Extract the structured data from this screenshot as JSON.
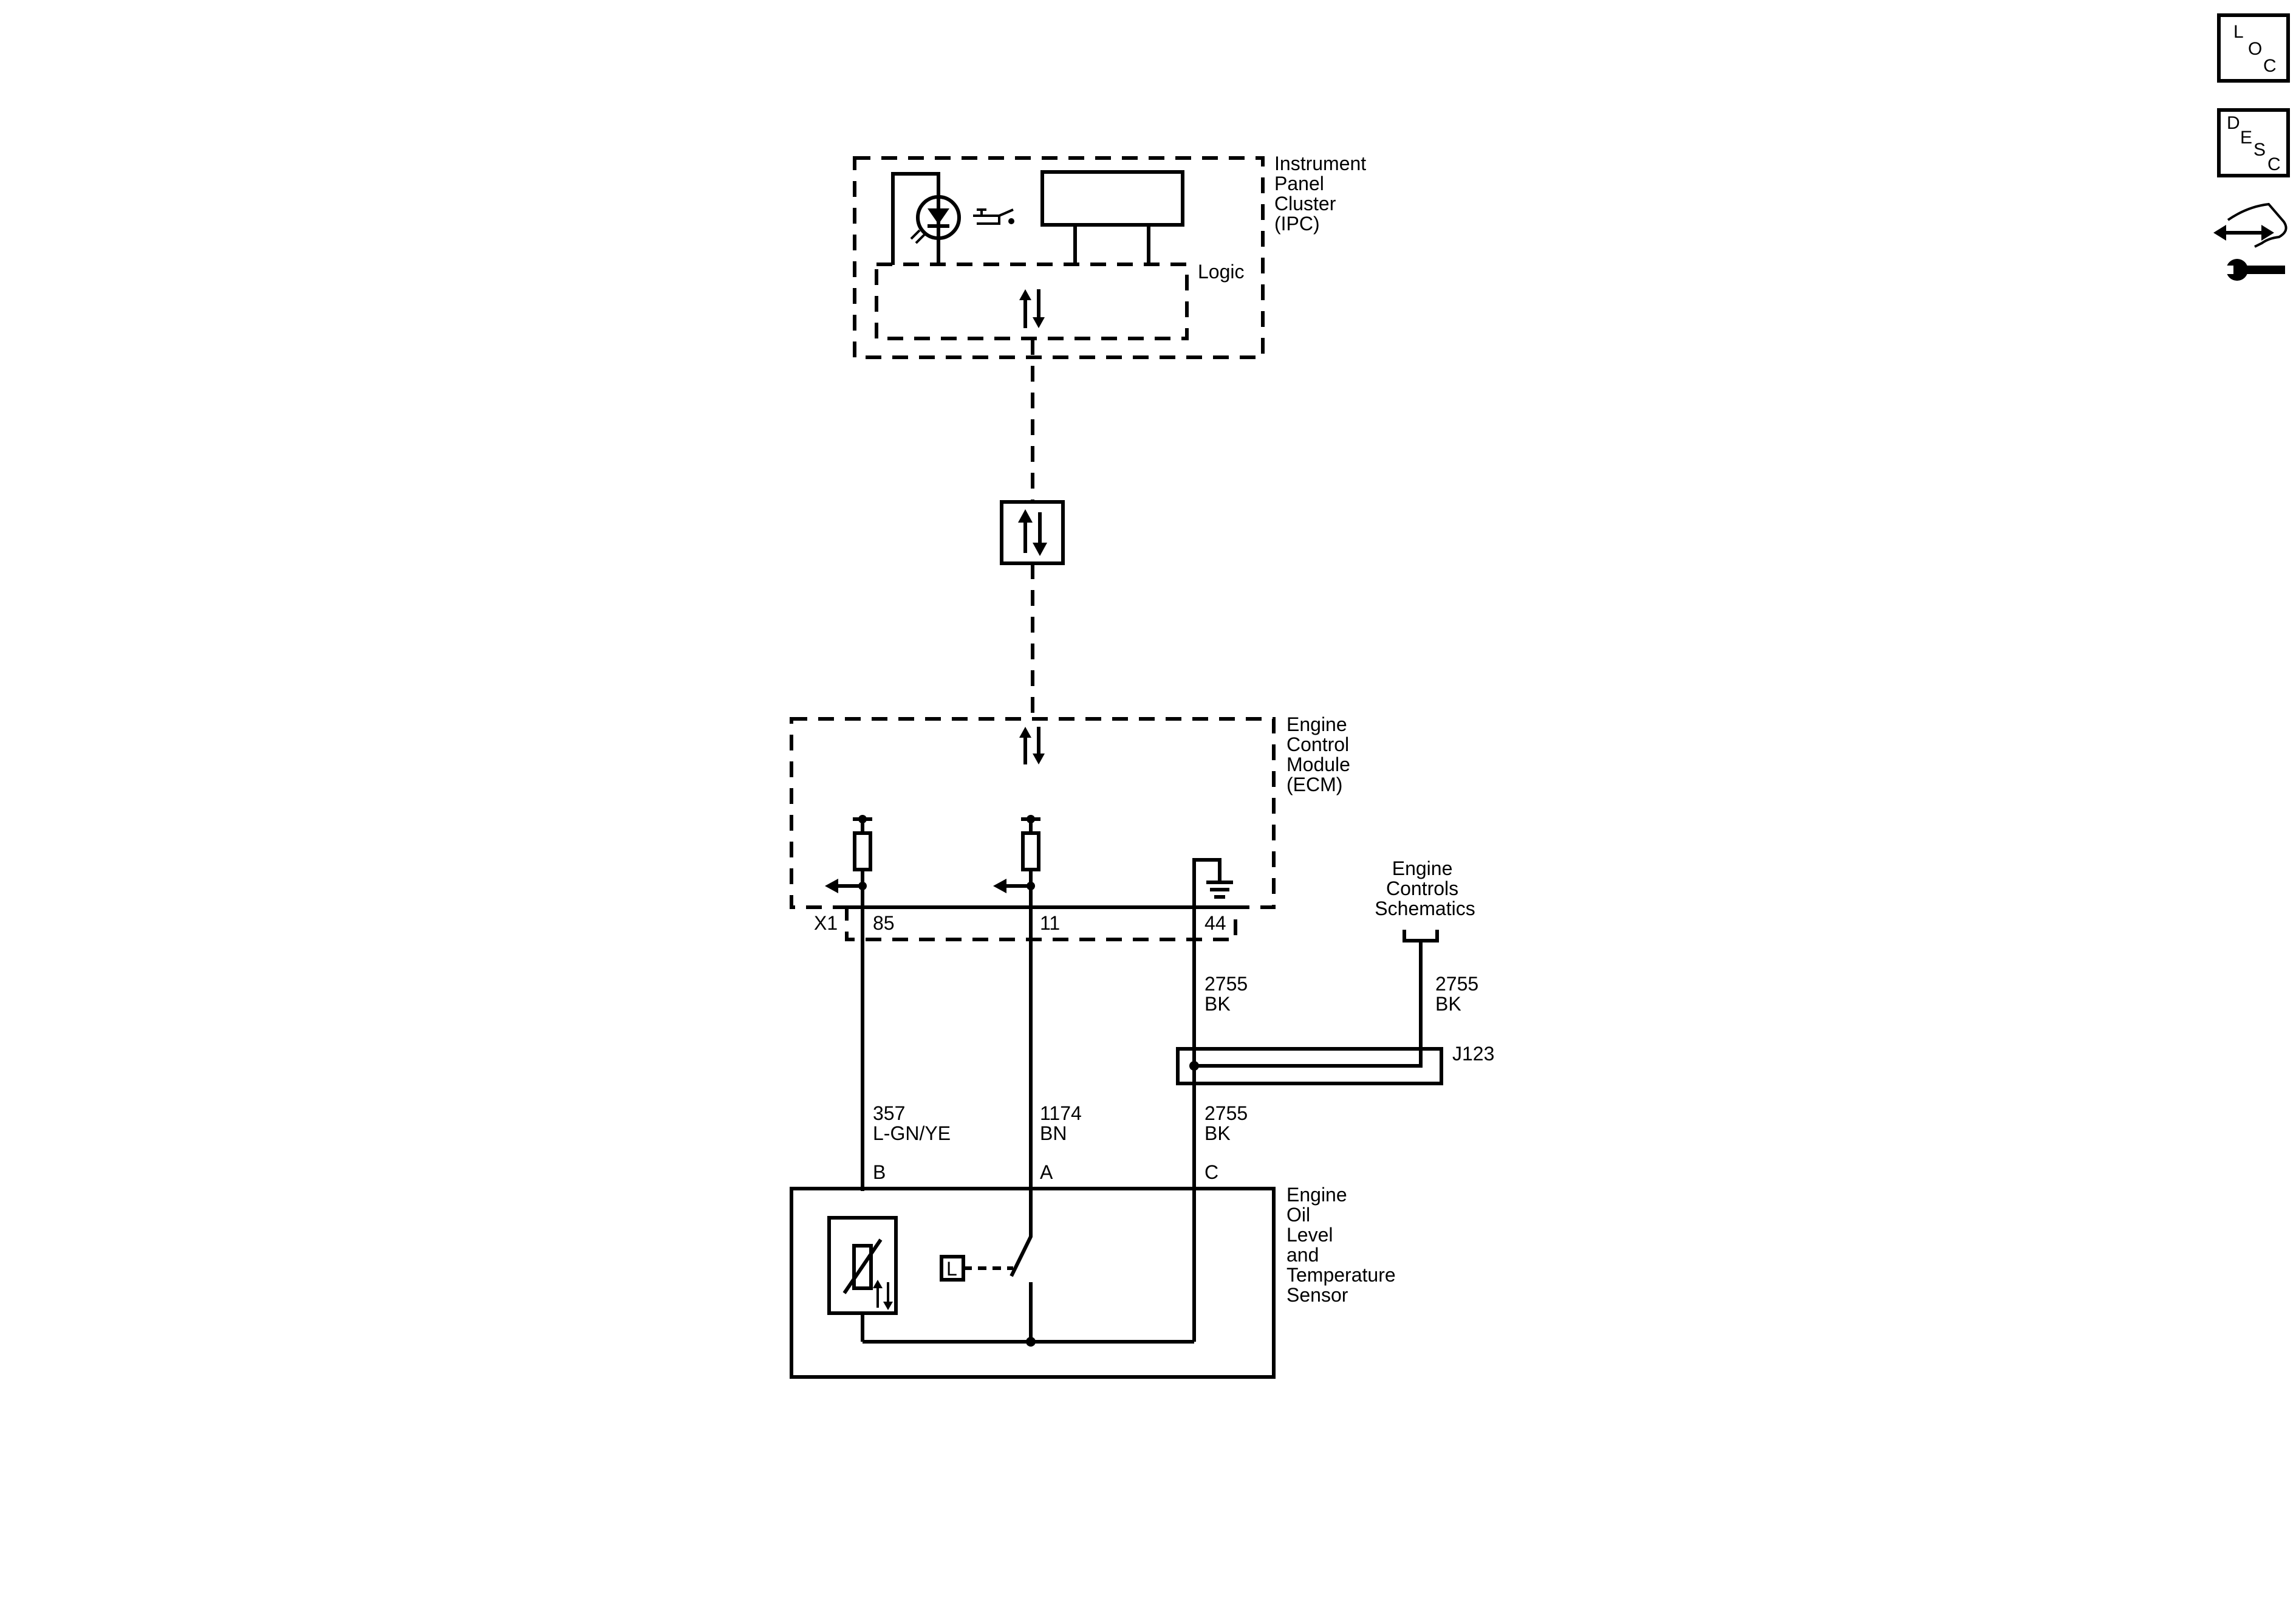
{
  "components": {
    "ipc": {
      "lines": [
        "Instrument",
        "Panel",
        "Cluster",
        "(IPC)"
      ],
      "logic_label": "Logic"
    },
    "ecm": {
      "lines": [
        "Engine",
        "Control",
        "Module",
        "(ECM)"
      ]
    },
    "sensor": {
      "lines": [
        "Engine",
        "Oil",
        "Level",
        "and",
        "Temperature",
        "Sensor"
      ],
      "level_symbol": "L"
    },
    "engine_controls_ref": {
      "lines": [
        "Engine",
        "Controls",
        "Schematics"
      ]
    },
    "splice": {
      "label": "J123"
    }
  },
  "connector": {
    "name": "X1",
    "pins": [
      "85",
      "11",
      "44"
    ]
  },
  "wires": [
    {
      "circuit": "357",
      "color": "L-GN/YE",
      "sensor_pin": "B"
    },
    {
      "circuit": "1174",
      "color": "BN",
      "sensor_pin": "A"
    },
    {
      "circuit": "2755",
      "color": "BK",
      "sensor_pin": "C"
    }
  ],
  "ground_wires": [
    {
      "circuit": "2755",
      "color": "BK"
    },
    {
      "circuit": "2755",
      "color": "BK"
    }
  ],
  "nav": {
    "loc": {
      "letters": [
        "L",
        "O",
        "C"
      ],
      "icon": "location-icon"
    },
    "desc": {
      "letters": [
        "D",
        "E",
        "S",
        "C"
      ],
      "icon": "description-icon"
    },
    "repair": {
      "icon": "repair-icon"
    }
  }
}
